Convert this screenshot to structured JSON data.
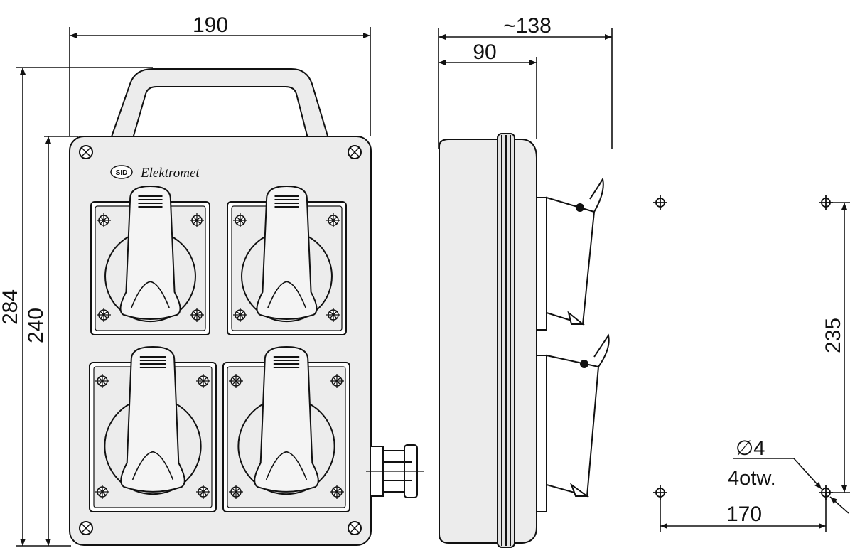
{
  "dimensions": {
    "width_total": "190",
    "depth_total": "~138",
    "depth_body": "90",
    "height_total": "284",
    "height_body": "240",
    "mount_vertical": "235",
    "mount_horizontal": "170",
    "hole_diameter": "∅4",
    "hole_count": "4otw."
  },
  "brand": {
    "logo": "SID",
    "name": "Elektromet"
  }
}
